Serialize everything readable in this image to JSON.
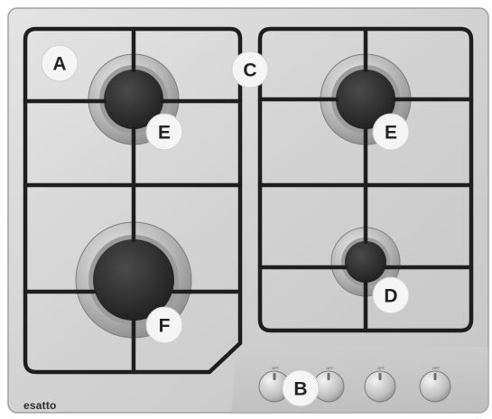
{
  "brand": {
    "logo_text": "esatto"
  },
  "colors": {
    "steel_light": "#d8d8d8",
    "steel_dark": "#a9a9a9",
    "grate": "#1e1e1e",
    "burner_cap": "#2a2a2a",
    "marker_bg": "#f5f5f5",
    "marker_text": "#222222"
  },
  "markers": [
    {
      "id": "A",
      "label": "A"
    },
    {
      "id": "B",
      "label": "B"
    },
    {
      "id": "C",
      "label": "C"
    },
    {
      "id": "D",
      "label": "D"
    },
    {
      "id": "E1",
      "label": "E"
    },
    {
      "id": "E2",
      "label": "E"
    },
    {
      "id": "F",
      "label": "F"
    }
  ],
  "knobs": [
    {
      "id": "knob-1",
      "label": "OFF"
    },
    {
      "id": "knob-2",
      "label": "OFF"
    },
    {
      "id": "knob-3",
      "label": "OFF"
    },
    {
      "id": "knob-4",
      "label": "OFF"
    }
  ]
}
